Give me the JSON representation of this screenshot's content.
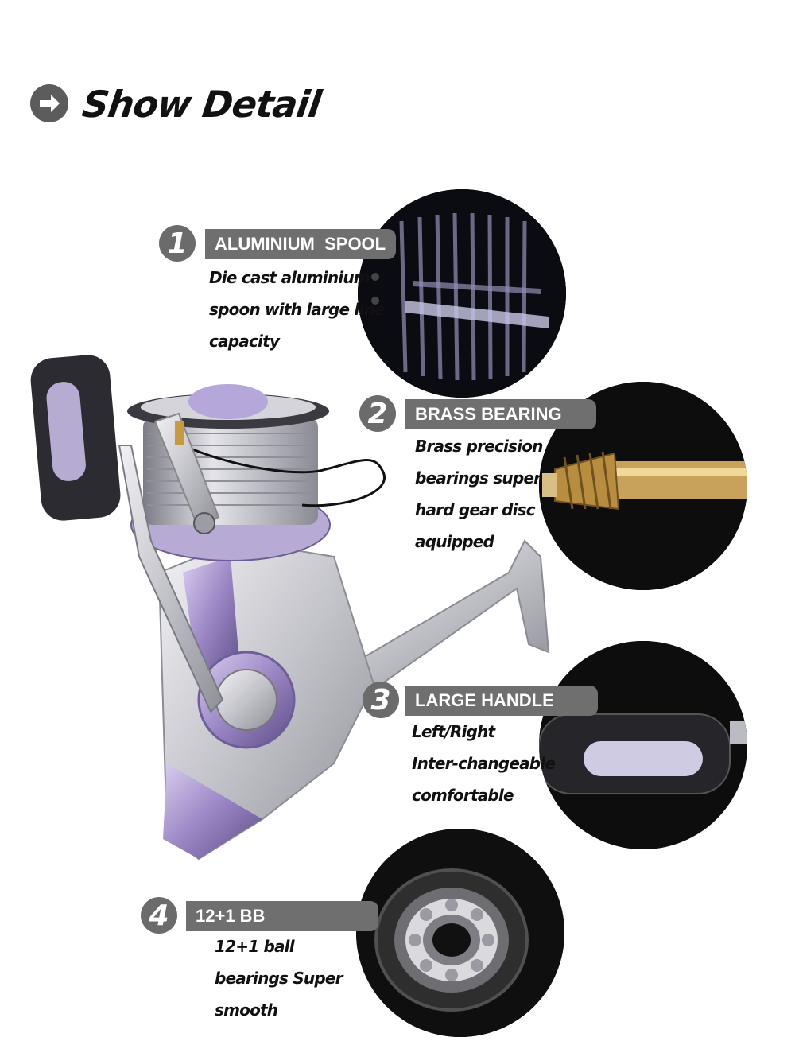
{
  "header": {
    "title": "Show Detail",
    "icon": "arrow-right-icon"
  },
  "features": [
    {
      "number": "1",
      "title": "ALUMINIUM  SPOOL",
      "lines": [
        "Die cast aluminium",
        "spoon with large line",
        "capacity"
      ]
    },
    {
      "number": "2",
      "title": "BRASS BEARING",
      "lines": [
        "Brass precision",
        "bearings super",
        "hard gear disc",
        "aquipped"
      ]
    },
    {
      "number": "3",
      "title": "LARGE HANDLE",
      "lines": [
        "Left/Right",
        "Inter-changeable",
        "comfortable"
      ]
    },
    {
      "number": "4",
      "title": "12+1 BB",
      "lines": [
        "12+1 ball",
        "bearings Super",
        "smooth"
      ]
    }
  ],
  "colors": {
    "label_gray": "#6f6f6f",
    "number_gray": "#6b6b6b",
    "reel_silver": "#c9c9cf",
    "reel_purple": "#8e7bb8",
    "brass": "#c8a15a"
  }
}
